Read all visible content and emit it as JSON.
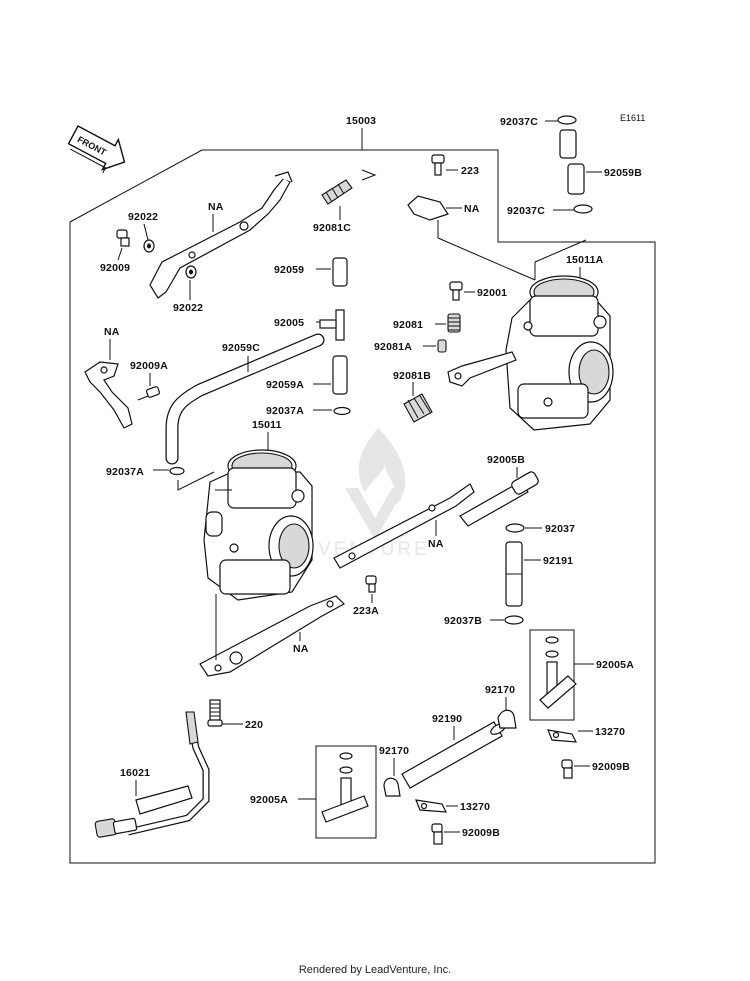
{
  "diagram": {
    "code": "E1611",
    "front_arrow_text": "FRONT",
    "parts": {
      "p15003": "15003",
      "p15011A": "15011A",
      "p15011": "15011",
      "p16021": "16021",
      "p223": "223",
      "p223A": "223A",
      "p220": "220",
      "p13270a": "13270",
      "p13270b": "13270",
      "p92001": "92001",
      "p92005": "92005",
      "p92005A_a": "92005A",
      "p92005A_b": "92005A",
      "p92005B": "92005B",
      "p92009": "92009",
      "p92009A": "92009A",
      "p92009B_a": "92009B",
      "p92009B_b": "92009B",
      "p92022a": "92022",
      "p92022b": "92022",
      "p92037": "92037",
      "p92037A_a": "92037A",
      "p92037A_b": "92037A",
      "p92037B": "92037B",
      "p92037C_a": "92037C",
      "p92037C_b": "92037C",
      "p92059": "92059",
      "p92059A": "92059A",
      "p92059B": "92059B",
      "p92059C": "92059C",
      "p92081": "92081",
      "p92081A": "92081A",
      "p92081B": "92081B",
      "p92081C": "92081C",
      "p92170a": "92170",
      "p92170b": "92170",
      "p92190": "92190",
      "p92191": "92191",
      "na1": "NA",
      "na2": "NA",
      "na3": "NA",
      "na4": "NA",
      "na5": "NA"
    }
  },
  "watermark": "VENTURE",
  "footer": "Rendered by LeadVenture, Inc."
}
